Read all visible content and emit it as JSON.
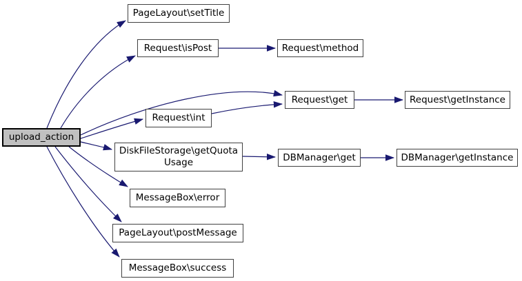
{
  "diagram_type": "doxygen-call-graph",
  "colors": {
    "edge": "#191970",
    "node_fill": "#ffffff",
    "node_border": "#404040",
    "root_node_fill": "#c0c0c0",
    "root_node_border": "#000000",
    "text": "#000000",
    "background": "#ffffff"
  },
  "nodes": {
    "upload_action": {
      "label": "upload_action"
    },
    "set_title": {
      "label": "PageLayout\\setTitle"
    },
    "is_post": {
      "label": "Request\\isPost"
    },
    "method": {
      "label": "Request\\method"
    },
    "get": {
      "label": "Request\\get"
    },
    "get_instance": {
      "label": "Request\\getInstance"
    },
    "int": {
      "label": "Request\\int"
    },
    "disk_quota": {
      "line1": "DiskFileStorage\\getQuota",
      "line2": "Usage"
    },
    "db_get": {
      "label": "DBManager\\get"
    },
    "db_get_instance": {
      "label": "DBManager\\getInstance"
    },
    "error": {
      "label": "MessageBox\\error"
    },
    "post_message": {
      "label": "PageLayout\\postMessage"
    },
    "success": {
      "label": "MessageBox\\success"
    }
  },
  "edges": [
    {
      "from": "upload_action",
      "to": "set_title"
    },
    {
      "from": "upload_action",
      "to": "is_post"
    },
    {
      "from": "upload_action",
      "to": "get"
    },
    {
      "from": "upload_action",
      "to": "int"
    },
    {
      "from": "upload_action",
      "to": "disk_quota"
    },
    {
      "from": "upload_action",
      "to": "error"
    },
    {
      "from": "upload_action",
      "to": "post_message"
    },
    {
      "from": "upload_action",
      "to": "success"
    },
    {
      "from": "is_post",
      "to": "method"
    },
    {
      "from": "get",
      "to": "get_instance"
    },
    {
      "from": "int",
      "to": "get"
    },
    {
      "from": "disk_quota",
      "to": "db_get"
    },
    {
      "from": "db_get",
      "to": "db_get_instance"
    }
  ]
}
